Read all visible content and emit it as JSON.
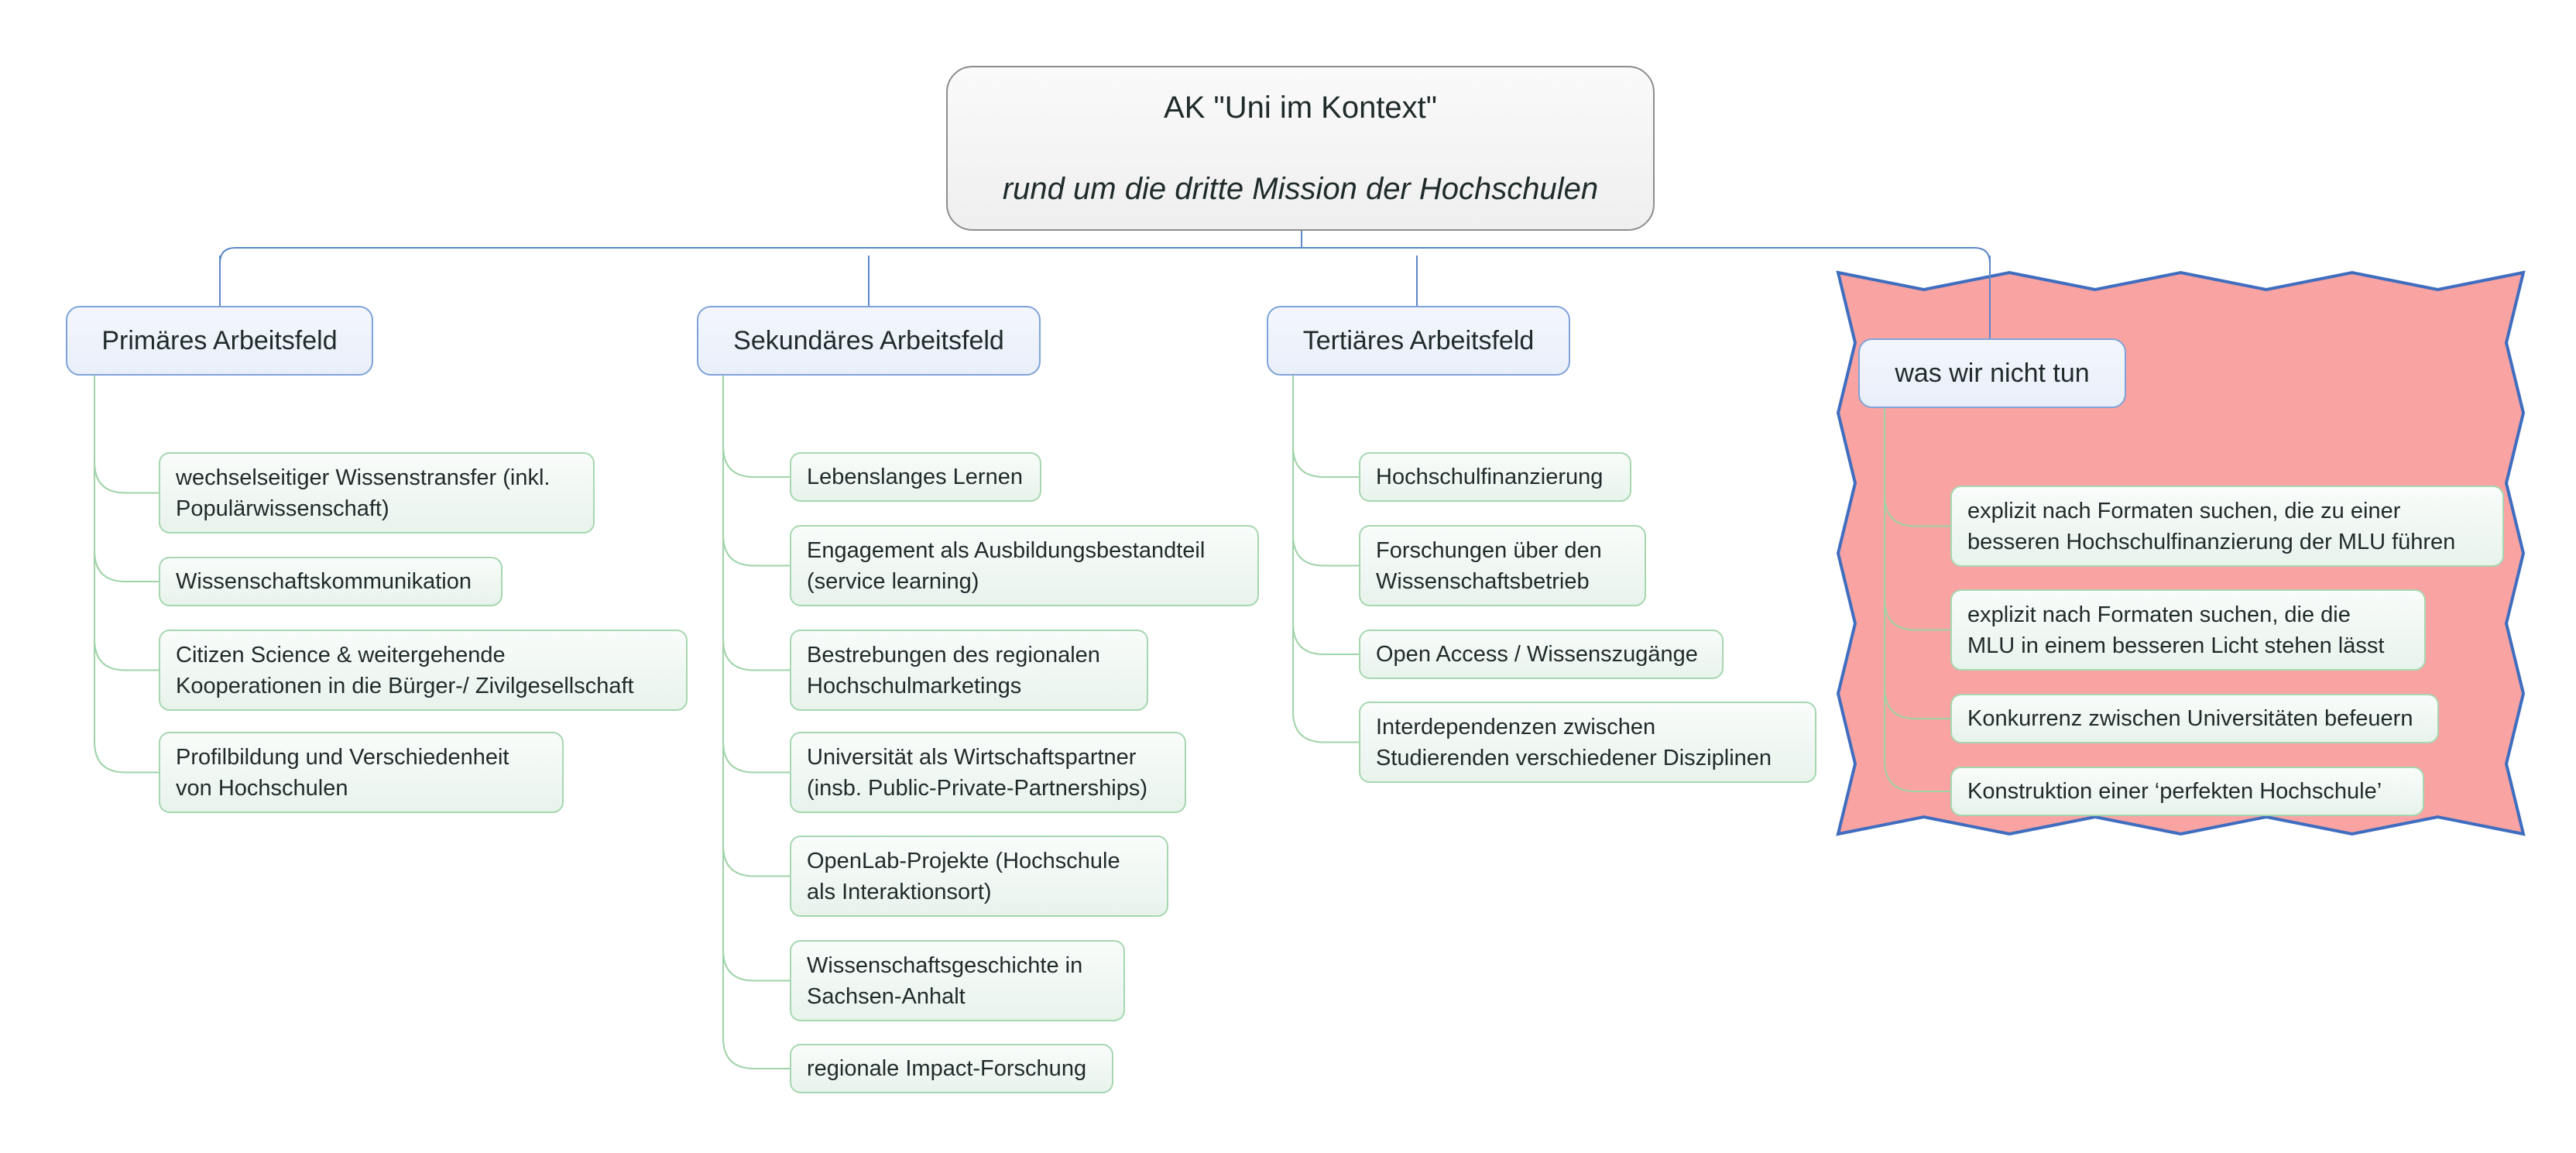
{
  "root": {
    "title": "AK \"Uni im Kontext\"",
    "subtitle": "rund um die dritte Mission der Hochschulen"
  },
  "branches": [
    {
      "label": "Primäres Arbeitsfeld",
      "items": [
        "wechselseitiger Wissenstransfer (inkl.\nPopulärwissenschaft)",
        "Wissenschaftskommunikation",
        "Citizen Science & weitergehende\nKooperationen in die Bürger-/ Zivilgesellschaft",
        "Profilbildung und Verschiedenheit\nvon Hochschulen"
      ]
    },
    {
      "label": "Sekundäres Arbeitsfeld",
      "items": [
        "Lebenslanges Lernen",
        "Engagement als Ausbildungsbestandteil\n(service learning)",
        "Bestrebungen des regionalen\nHochschulmarketings",
        "Universität als Wirtschaftspartner\n(insb. Public-Private-Partnerships)",
        "OpenLab-Projekte (Hochschule\nals Interaktionsort)",
        "Wissenschaftsgeschichte in\nSachsen-Anhalt",
        "regionale Impact-Forschung"
      ]
    },
    {
      "label": "Tertiäres Arbeitsfeld",
      "items": [
        "Hochschulfinanzierung",
        "Forschungen über den\nWissenschaftsbetrieb",
        "Open Access / Wissenszugänge",
        "Interdependenzen zwischen\nStudierenden verschiedener Disziplinen"
      ]
    },
    {
      "label": "was wir nicht tun",
      "items": [
        "explizit nach Formaten suchen, die zu einer\nbesseren Hochschulfinanzierung der MLU führen",
        "explizit nach Formaten suchen, die die\nMLU in einem besseren Licht stehen lässt",
        "Konkurrenz zwischen Universitäten befeuern",
        "Konstruktion einer ‘perfekten Hochschule’"
      ]
    }
  ],
  "colors": {
    "boundary_fill": "#f9a3a3",
    "boundary_stroke": "#3f6dbf",
    "branch_line": "#5d87c9",
    "leaf_line": "#9fd3a8"
  }
}
